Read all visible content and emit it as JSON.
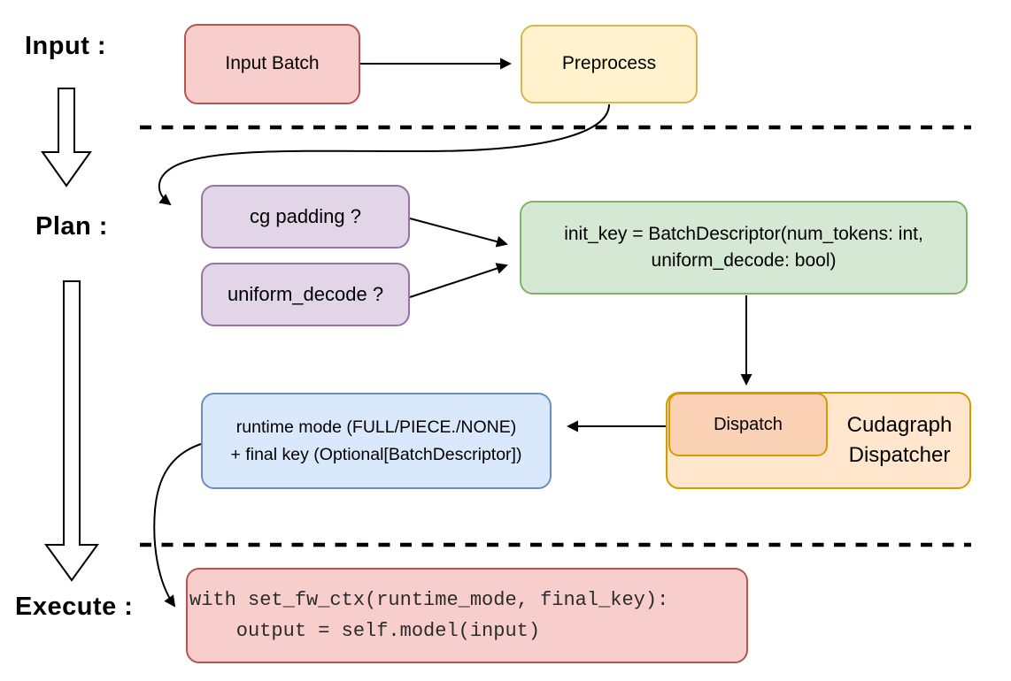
{
  "diagram": {
    "title_semantics": "vLLM cudagraph dispatch flow",
    "stages": {
      "input_label": "Input :",
      "plan_label": "Plan :",
      "execute_label": "Execute :"
    },
    "nodes": {
      "input_batch": {
        "label": "Input Batch",
        "fill": "#F8CECC",
        "border": "#B85450"
      },
      "preprocess": {
        "label": "Preprocess",
        "fill": "#FFF2CC",
        "border": "#D6B656"
      },
      "cg_padding": {
        "label": "cg padding ?",
        "fill": "#E1D5E7",
        "border": "#9673A6"
      },
      "uniform_decode": {
        "label": "uniform_decode ?",
        "fill": "#E1D5E7",
        "border": "#9673A6"
      },
      "init_key": {
        "line1": "init_key = BatchDescriptor(num_tokens: int,",
        "line2": "uniform_decode: bool)",
        "fill": "#D5E8D4",
        "border": "#82B366"
      },
      "dispatch": {
        "label": "Dispatch",
        "fill": "#FAD1B5",
        "border": "#D79B00"
      },
      "cudagraph_dispatcher": {
        "line1": "Cudagraph",
        "line2": "Dispatcher",
        "fill": "#FFE6CC",
        "border": "#D79B00"
      },
      "runtime_result": {
        "line1": "runtime mode (FULL/PIECE./NONE)",
        "line2": "+ final key (Optional[BatchDescriptor])",
        "fill": "#DAE8FC",
        "border": "#6C8EBF"
      },
      "execute_code": {
        "line1": "with set_fw_ctx(runtime_mode, final_key):",
        "line2": "    output = self.model(input)",
        "fill": "#F8CECC",
        "border": "#B85450"
      }
    },
    "connector_color": "#000000"
  }
}
